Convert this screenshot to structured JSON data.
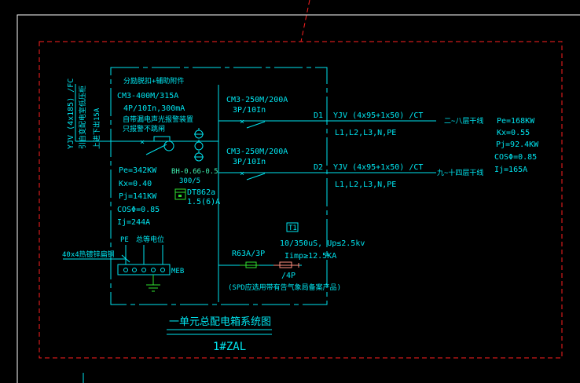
{
  "drawing": {
    "title_cn": "一单元总配电箱系统图",
    "box_id": "1#ZAL",
    "incoming": {
      "cable": "YJV (4x185) /FC",
      "note1": "引自变配电室低压柜",
      "note2": "上进下出15A"
    },
    "main_breaker": {
      "label": "分励脱扣+辅助附件",
      "model": "CM3-400M/315A",
      "spec": "4P/10In,300mA",
      "note1": "自带漏电声光报警装置",
      "note2": "只报警不跳闸"
    },
    "load_left": {
      "pe": "Pe=342KW",
      "kx": "Kx=0.40",
      "pj": "Pj=141KW",
      "cos": "COSΦ=0.85",
      "ij": "Ij=244A"
    },
    "ct": {
      "model": "BH-0.66-0.5",
      "ratio": "300/5"
    },
    "meter": {
      "model": "DT862a",
      "rating": "1.5(6)A"
    },
    "circuits": [
      {
        "breaker": "CM3-250M/200A",
        "poles": "3P/10In",
        "id": "D1",
        "cable": "YJV (4x95+1x50) /CT",
        "phases": "L1,L2,L3,N,PE",
        "dest": "二~八层干线"
      },
      {
        "breaker": "CM3-250M/200A",
        "poles": "3P/10In",
        "id": "D2",
        "cable": "YJV (4x95+1x50) /CT",
        "phases": "L1,L2,L3,N,PE",
        "dest": "九~十四层干线"
      }
    ],
    "load_right": {
      "pe": "Pe=168KW",
      "kx": "Kx=0.55",
      "pj": "Pj=92.4KW",
      "cos": "COSΦ=0.85",
      "ij": "Ij=165A"
    },
    "spd": {
      "class": "T1",
      "wave": "10/350uS,  Up≤2.5kv",
      "imp": "Iimp≥12.5KA",
      "fuse": "R63A/3P",
      "poles": "/4P",
      "note": "(SPD应选用带有告气象局备案产品)"
    },
    "grounding": {
      "strip": "40x4热镀锌扁钢",
      "pe_label": "PE",
      "n_label": "总等电位",
      "meb": "MEB"
    }
  }
}
